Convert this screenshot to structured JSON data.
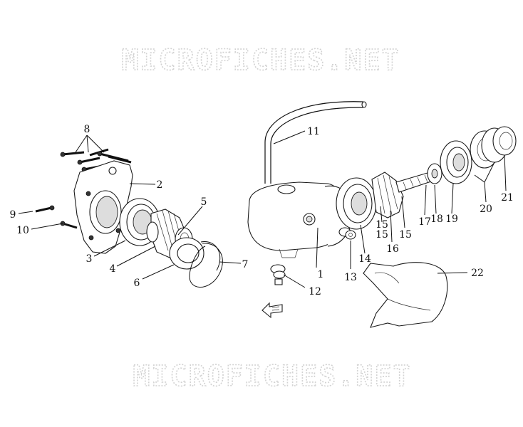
{
  "watermark": {
    "top": "MICROFICHES.NET",
    "bottom": "MICROFICHES.NET"
  },
  "callouts": [
    {
      "n": "1"
    },
    {
      "n": "2"
    },
    {
      "n": "3"
    },
    {
      "n": "4"
    },
    {
      "n": "5"
    },
    {
      "n": "6"
    },
    {
      "n": "7"
    },
    {
      "n": "8"
    },
    {
      "n": "9"
    },
    {
      "n": "10"
    },
    {
      "n": "11"
    },
    {
      "n": "12"
    },
    {
      "n": "13"
    },
    {
      "n": "14"
    },
    {
      "n": "15"
    },
    {
      "n": "15"
    },
    {
      "n": "16"
    },
    {
      "n": "15"
    },
    {
      "n": "17"
    },
    {
      "n": "18"
    },
    {
      "n": "19"
    },
    {
      "n": "20"
    },
    {
      "n": "21"
    },
    {
      "n": "22"
    }
  ],
  "icons": {
    "direction_arrow": "front-arrow-icon"
  }
}
